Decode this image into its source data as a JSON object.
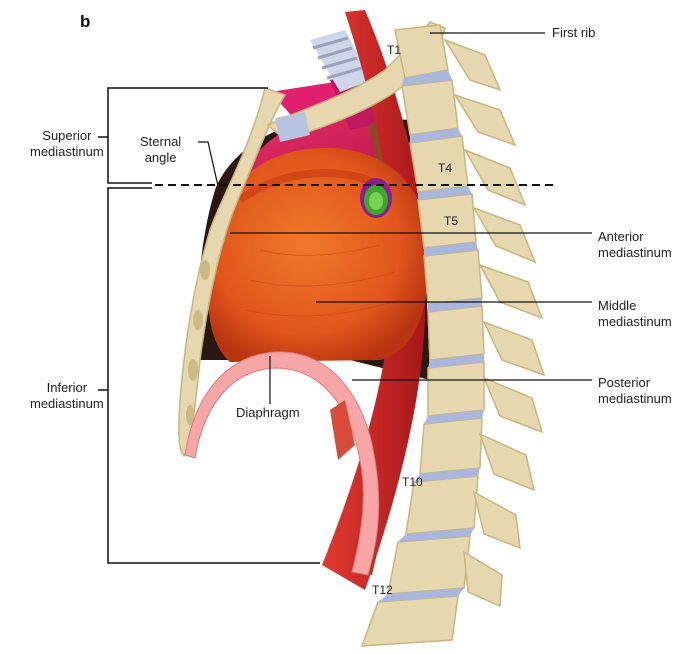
{
  "panel_letter": "b",
  "labels": {
    "superior_mediastinum": [
      "Superior",
      "mediastinum"
    ],
    "inferior_mediastinum": [
      "Inferior",
      "mediastinum"
    ],
    "sternal_angle": [
      "Sternal",
      "angle"
    ],
    "first_rib": "First rib",
    "anterior_mediastinum": [
      "Anterior",
      "mediastinum"
    ],
    "middle_mediastinum": [
      "Middle",
      "mediastinum"
    ],
    "posterior_mediastinum": [
      "Posterior",
      "mediastinum"
    ],
    "diaphragm": "Diaphragm"
  },
  "vertebrae": {
    "t1": "T1",
    "t4": "T4",
    "t5": "T5",
    "t10": "T10",
    "t12": "T12"
  },
  "colors": {
    "bone": "#e6d7ae",
    "bone_shade": "#c9b581",
    "disc": "#aab7dc",
    "heart": "#e0561c",
    "heart_dark": "#b8330f",
    "superior_space": "#d81e5b",
    "vessels": "#e0206f",
    "diaphragm": "#f6a6a6",
    "aorta": "#c6201f",
    "esophagus": "#8a4a22",
    "trachea": "#cfd6e8",
    "cavity_dark": "#2b1712"
  }
}
